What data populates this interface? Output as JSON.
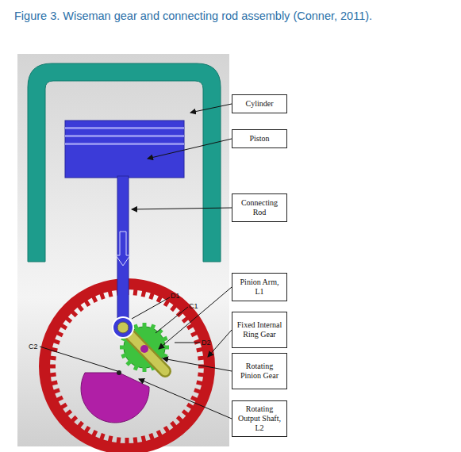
{
  "diagram": {
    "title": "Figure 3. Wiseman gear and connecting rod assembly (Conner, 2011).",
    "nodes": [
      {
        "text": [
          "Cylinder"
        ]
      },
      {
        "text": [
          "Piston"
        ]
      },
      {
        "text": [
          "Connecting Rod"
        ]
      },
      {
        "text": [
          "Pinion Arm, L1"
        ]
      },
      {
        "text": [
          "Fixed Internal Ring Gear"
        ]
      },
      {
        "text": [
          "Rotating Pinion Gear"
        ]
      },
      {
        "text": [
          "Rotating Output Shaft, L2"
        ]
      }
    ],
    "labels": [
      "D1",
      "C1",
      "C2",
      "D2"
    ]
  }
}
